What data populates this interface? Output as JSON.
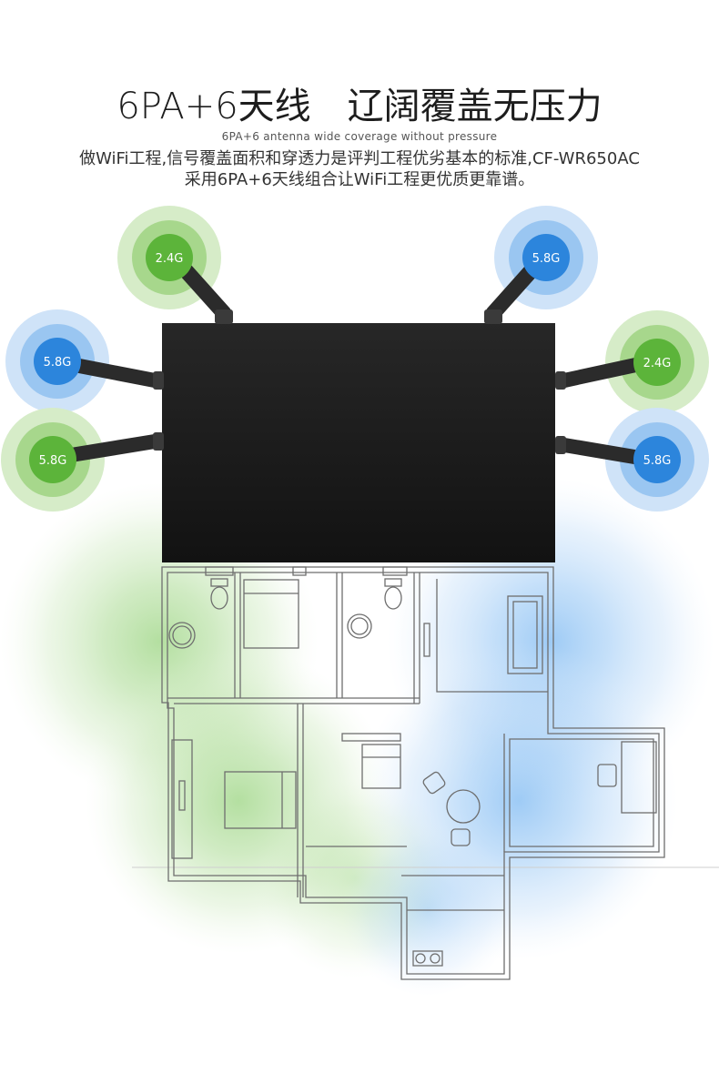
{
  "headline": {
    "primary": "6PA+6天线",
    "secondary": "辽阔覆盖无压力",
    "subtitle_en": "6PA+6 antenna wide coverage without pressure"
  },
  "description": {
    "line1": "做WiFi工程,信号覆盖面积和穿透力是评判工程优劣基本的标准,CF-WR650AC",
    "line2": "采用6PA+6天线组合让WiFi工程更优质更靠谱。"
  },
  "antennas": [
    {
      "label": "2.4G",
      "color": "green"
    },
    {
      "label": "5.8G",
      "color": "blue"
    },
    {
      "label": "5.8G",
      "color": "blue"
    },
    {
      "label": "5.8G",
      "color": "green"
    },
    {
      "label": "2.4G",
      "color": "green"
    },
    {
      "label": "5.8G",
      "color": "blue"
    }
  ],
  "colors": {
    "green": {
      "outer": "#d6ecc8",
      "mid": "#a7d78c",
      "inner": "#5cb43a"
    },
    "blue": {
      "outer": "#cfe3f8",
      "mid": "#9ac6f1",
      "inner": "#2c85dc"
    }
  }
}
